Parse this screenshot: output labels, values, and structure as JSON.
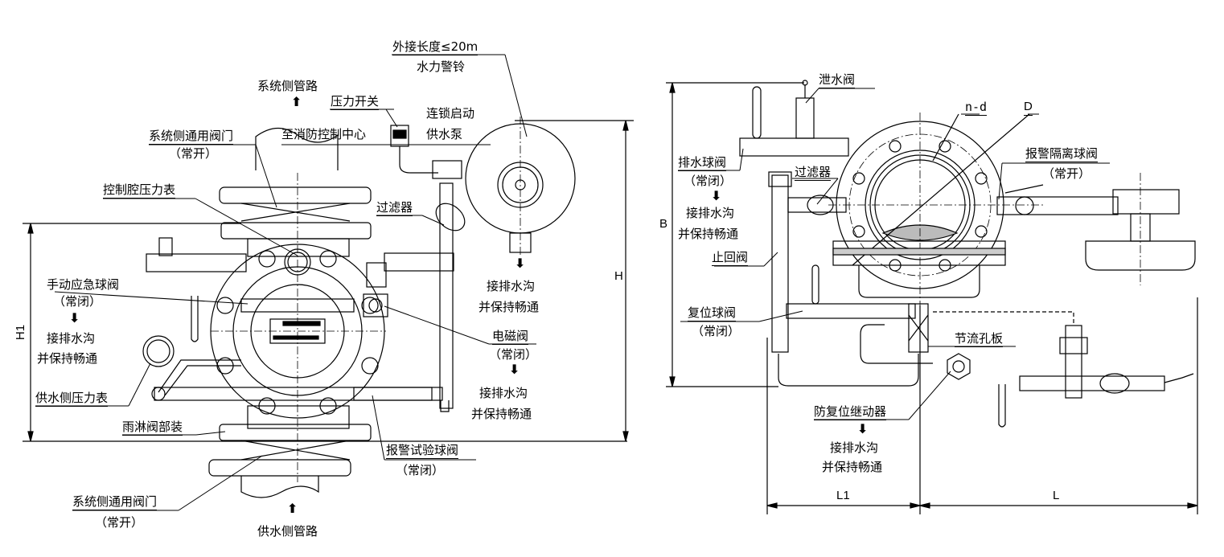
{
  "drawing": {
    "title": "雨淋阀部装 安装示意图",
    "line_color": "#000000",
    "background": "#ffffff"
  },
  "front_view": {
    "labels": {
      "system_pipe": "系统侧管路",
      "external_length": "外接长度≤20m",
      "water_bell": "水力警铃",
      "pressure_switch": "压力开关",
      "to_fire_control": "至消防控制中心",
      "interlock_start": "连锁启动",
      "supply_pump": "供水泵",
      "system_valve_top": "系统侧通用阀门",
      "system_valve_top_state": "（常开）",
      "control_chamber_gauge": "控制腔压力表",
      "filter": "过滤器",
      "manual_ball_valve": "手动应急球阀",
      "manual_ball_valve_state": "（常闭）",
      "drain_left_1": "接排水沟",
      "drain_left_2": "并保持畅通",
      "supply_gauge": "供水侧压力表",
      "deluge_assembly": "雨淋阀部装",
      "drain_bell_1": "接排水沟",
      "drain_bell_2": "并保持畅通",
      "solenoid_valve": "电磁阀",
      "solenoid_valve_state": "（常闭）",
      "drain_solenoid_1": "接排水沟",
      "drain_solenoid_2": "并保持畅通",
      "alarm_test_valve": "报警试验球阀",
      "alarm_test_valve_state": "（常闭）",
      "system_valve_bottom": "系统侧通用阀门",
      "system_valve_bottom_state": "（常开）",
      "supply_pipe": "供水侧管路"
    },
    "dimensions": {
      "h1": "H1",
      "h": "H"
    }
  },
  "side_view": {
    "labels": {
      "relief_valve": "泄水阀",
      "n_d": "n-d",
      "d": "D",
      "drain_ball_valve": "排水球阀",
      "drain_ball_valve_state": "（常闭）",
      "drain_1": "接排水沟",
      "drain_2": "并保持畅通",
      "filter": "过滤器",
      "alarm_isolation_valve": "报警隔离球阀",
      "alarm_isolation_valve_state": "（常开）",
      "check_valve": "止回阀",
      "reset_ball_valve": "复位球阀",
      "reset_ball_valve_state": "（常闭）",
      "orifice_plate": "节流孔板",
      "anti_reset_relay": "防复位继动器",
      "drain_bottom_1": "接排水沟",
      "drain_bottom_2": "并保持畅通"
    },
    "dimensions": {
      "b": "B",
      "l1": "L1",
      "l": "L"
    }
  },
  "icons": {
    "arrow_up": "⬆",
    "arrow_down": "⬇"
  }
}
